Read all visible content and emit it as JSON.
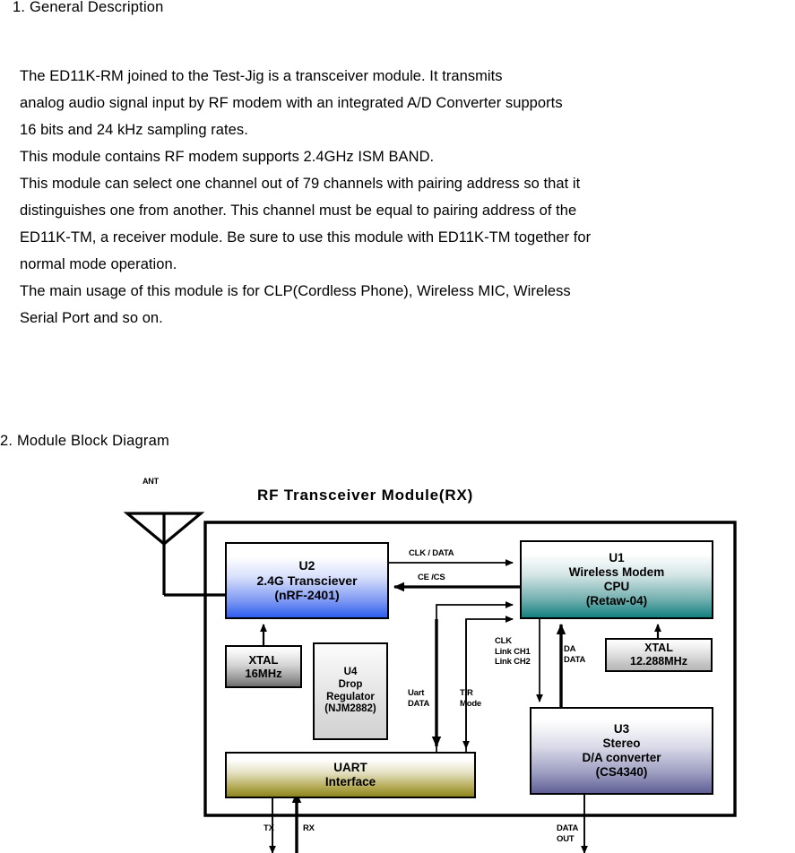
{
  "document": {
    "sections": [
      {
        "number": "1.",
        "title": "1. General Description"
      },
      {
        "number": "2.",
        "title": "2. Module Block Diagram"
      }
    ],
    "general_description_lines": [
      "The ED11K-RM joined to the Test-Jig is a transceiver module.     It transmits",
      "analog audio signal input by RF modem with an integrated A/D Converter supports",
      "16 bits and 24 kHz sampling rates.",
      "This module contains RF modem supports 2.4GHz ISM BAND.",
      "This module can select one channel out of  79 channels with pairing address so that it",
      "distinguishes one from another.  This channel must be equal to pairing address of the",
      "ED11K-TM, a receiver module.  Be sure to use this module with ED11K-TM together for",
      "normal mode operation.",
      "The main usage of this module is for CLP(Cordless Phone), Wireless MIC, Wireless",
      "Serial Port and so on."
    ]
  },
  "diagram": {
    "title": "RF Transceiver Module(RX)",
    "antenna_label": "ANT",
    "blocks": {
      "u2": {
        "id": "U2",
        "name": "2.4G Transciever",
        "part": "(nRF-2401)",
        "fill": "#2e5ef0"
      },
      "u1": {
        "id": "U1",
        "name": "Wireless Modem",
        "name2": "CPU",
        "part": "(Retaw-04)",
        "fill": "#13807f"
      },
      "xtal16": {
        "name": "XTAL",
        "value": "16MHz",
        "fill": "#6e6e6e"
      },
      "u4": {
        "id": "U4",
        "name": "Drop",
        "name2": "Regulator",
        "part": "(NJM2882)",
        "fill": "#d2d2d2"
      },
      "uart": {
        "name": "UART",
        "name2": "Interface",
        "fill": "#8d8420"
      },
      "xtal12": {
        "name": "XTAL",
        "value": "12.288MHz",
        "fill": "#b8b8b8"
      },
      "u3": {
        "id": "U3",
        "name": "Stereo",
        "name2": "D/A converter",
        "part": "(CS4340)",
        "fill": "#5f5f96"
      }
    },
    "signals": {
      "clk_data": "CLK / DATA",
      "ce_cs": "CE /CS",
      "clk_link_1": "CLK",
      "clk_link_2": "Link CH1",
      "clk_link_3": "Link CH2",
      "da_1": "DA",
      "da_2": "DATA",
      "uart_1": "Uart",
      "uart_2": "DATA",
      "tr_1": "T/R",
      "tr_2": "Mode",
      "tx": "TX",
      "rx": "RX",
      "dataout_1": "DATA",
      "dataout_2": "OUT"
    }
  }
}
